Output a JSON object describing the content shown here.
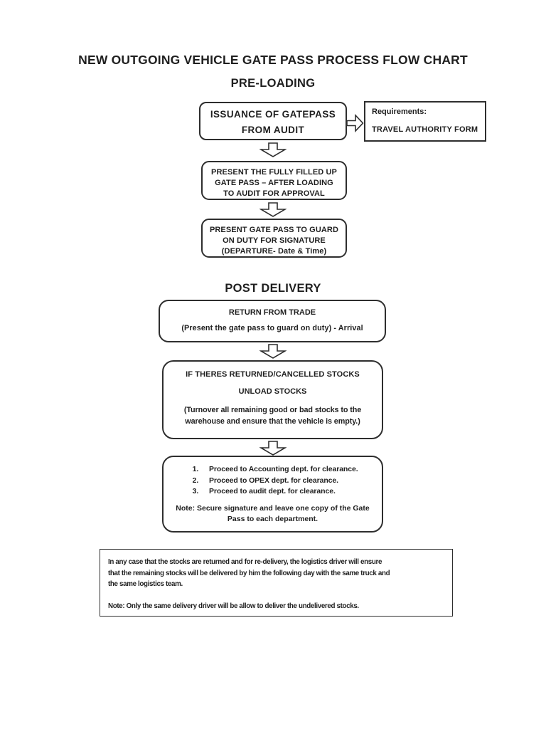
{
  "colors": {
    "ink": "#1f1f1f",
    "background": "#ffffff",
    "border": "#2e2e2e"
  },
  "title": "NEW OUTGOING VEHICLE GATE PASS PROCESS FLOW CHART",
  "pre_loading": {
    "heading": "PRE-LOADING",
    "issuance_box": {
      "line1": "ISSUANCE OF GATEPASS",
      "line2": "FROM AUDIT"
    },
    "requirements_box": {
      "label": "Requirements:",
      "form": "TRAVEL AUTHORITY FORM"
    },
    "present_box": {
      "line1": "PRESENT THE FULLY FILLED UP",
      "line2": "GATE PASS – AFTER LOADING",
      "line3": "TO AUDIT FOR APPROVAL"
    },
    "guard_box": {
      "line1": "PRESENT GATE PASS TO GUARD",
      "line2": "ON DUTY FOR SIGNATURE",
      "line3": "(DEPARTURE- Date & Time)"
    }
  },
  "post_delivery": {
    "heading": "POST DELIVERY",
    "return_box": {
      "line1": "RETURN FROM TRADE",
      "line2": "(Present the gate pass to guard on duty) - Arrival"
    },
    "unload_box": {
      "line1": "IF THERES RETURNED/CANCELLED STOCKS",
      "line2": "UNLOAD STOCKS",
      "para_lines": [
        "(Turnover all remaining good or bad stocks to the",
        "warehouse and ensure that the vehicle is empty.)"
      ]
    },
    "clearance_box": {
      "items": [
        "Proceed to Accounting dept. for clearance.",
        "Proceed to OPEX dept.  for clearance.",
        "Proceed to audit dept.  for clearance."
      ],
      "note_lines": [
        "Note: Secure signature and leave one copy of the Gate",
        "Pass to each department."
      ]
    }
  },
  "footer_box": {
    "para_lines": [
      "In any case that the stocks are returned and for re-delivery, the logistics driver will ensure",
      "that the remaining stocks will be delivered by him the following day with the same truck and",
      "the same logistics team."
    ],
    "note": "Note: Only the same delivery driver will be allow to deliver the undelivered stocks."
  }
}
